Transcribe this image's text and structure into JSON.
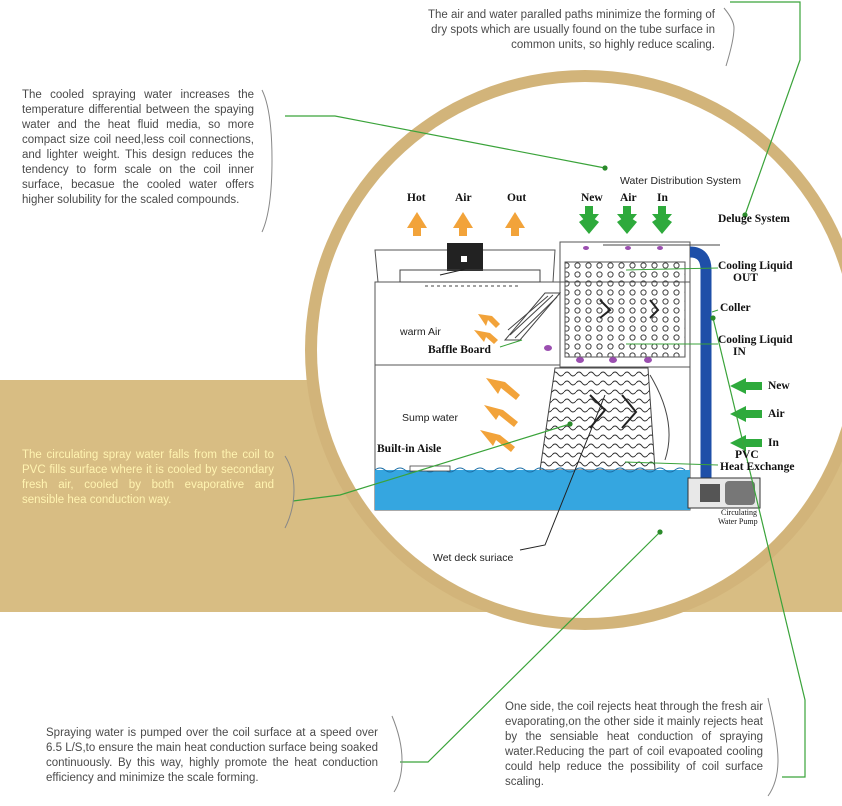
{
  "colors": {
    "tan": "#d8bd83",
    "circle_border": "#d2b47a",
    "water": "#35a6e0",
    "pipe": "#1e4fa8",
    "green_arrow": "#2eaa3c",
    "orange_arrow": "#f2a33a",
    "callout_line": "#3aa33a"
  },
  "notes": {
    "top_right": "The air and water paralled paths minimize the forming of dry spots which are usually found on the tube surface in common units, so highly reduce scaling.",
    "top_left": "The cooled spraying water increases the temperature differential between the spaying water and the heat fluid media, so more compact size coil need,less coil connections, and lighter weight. This design reduces the tendency to form scale on the coil inner surface, becasue the cooled water offers higher solubility for the scaled compounds.",
    "middle_left": "The circulating spray water falls from the coil to PVC fills surface where it is cooled by secondary fresh air, cooled by both evaporative and sensible hea conduction way.",
    "bottom_left": "Spraying water is pumped over the coil surface at a speed over 6.5 L/S,to ensure the main heat conduction surface being soaked continuously. By this way, highly promote the heat conduction efficiency and minimize the scale forming.",
    "bottom_right": "One side, the coil rejects heat through the fresh air evaporating,on the other side it mainly rejects heat by the sensiable heat conduction of spraying water.Reducing the part of coil evapoated cooling could help reduce the possibility of coil surface scaling."
  },
  "labels": {
    "water_distribution": "Water Distribution System",
    "hot": "Hot",
    "air_top": "Air",
    "out": "Out",
    "new_top": "New",
    "air_top2": "Air",
    "in_top": "In",
    "deluge": "Deluge System",
    "cooling_out_1": "Cooling Liquid",
    "cooling_out_2": "OUT",
    "coller": "Coller",
    "cooling_in_1": "Cooling Liquid",
    "cooling_in_2": "IN",
    "new_side": "New",
    "air_side": "Air",
    "in_side": "In",
    "pvc_1": "PVC",
    "pvc_2": "Heat Exchange",
    "pump_1": "Circulating",
    "pump_2": "Water Pump",
    "warm_air": "warm Air",
    "baffle": "Baffle Board",
    "sump": "Sump water",
    "aisle": "Built-in Aisle",
    "wet_deck": "Wet deck suriace"
  }
}
